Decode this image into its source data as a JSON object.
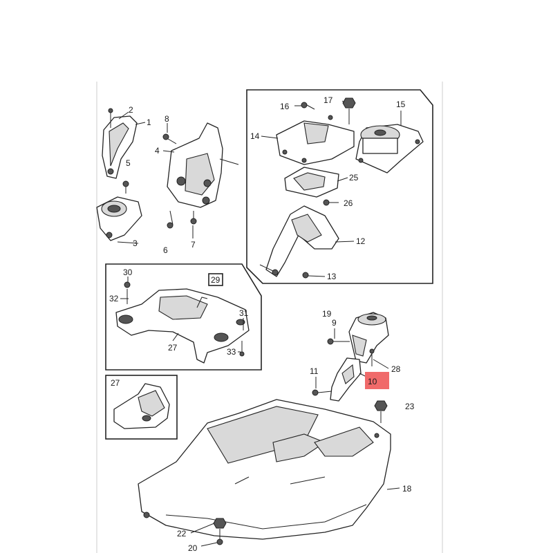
{
  "colors": {
    "highlight": "#f06a6a",
    "line": "#222222",
    "shade": "#d9d9d9"
  },
  "callouts": {
    "c1": "1",
    "c2": "2",
    "c3": "3",
    "c4": "4",
    "c5": "5",
    "c6": "6",
    "c7": "7",
    "c8": "8",
    "c9": "9",
    "c10": "10",
    "c11": "11",
    "c12": "12",
    "c13": "13",
    "c14": "14",
    "c15": "15",
    "c16": "16",
    "c17": "17",
    "c18": "18",
    "c19": "19",
    "c20": "20",
    "c22": "22",
    "c23": "23",
    "c25": "25",
    "c26": "26",
    "c27": "27",
    "c27b": "27",
    "c28": "28",
    "c29": "29",
    "c30": "30",
    "c31": "31",
    "c32": "32",
    "c33": "33"
  }
}
